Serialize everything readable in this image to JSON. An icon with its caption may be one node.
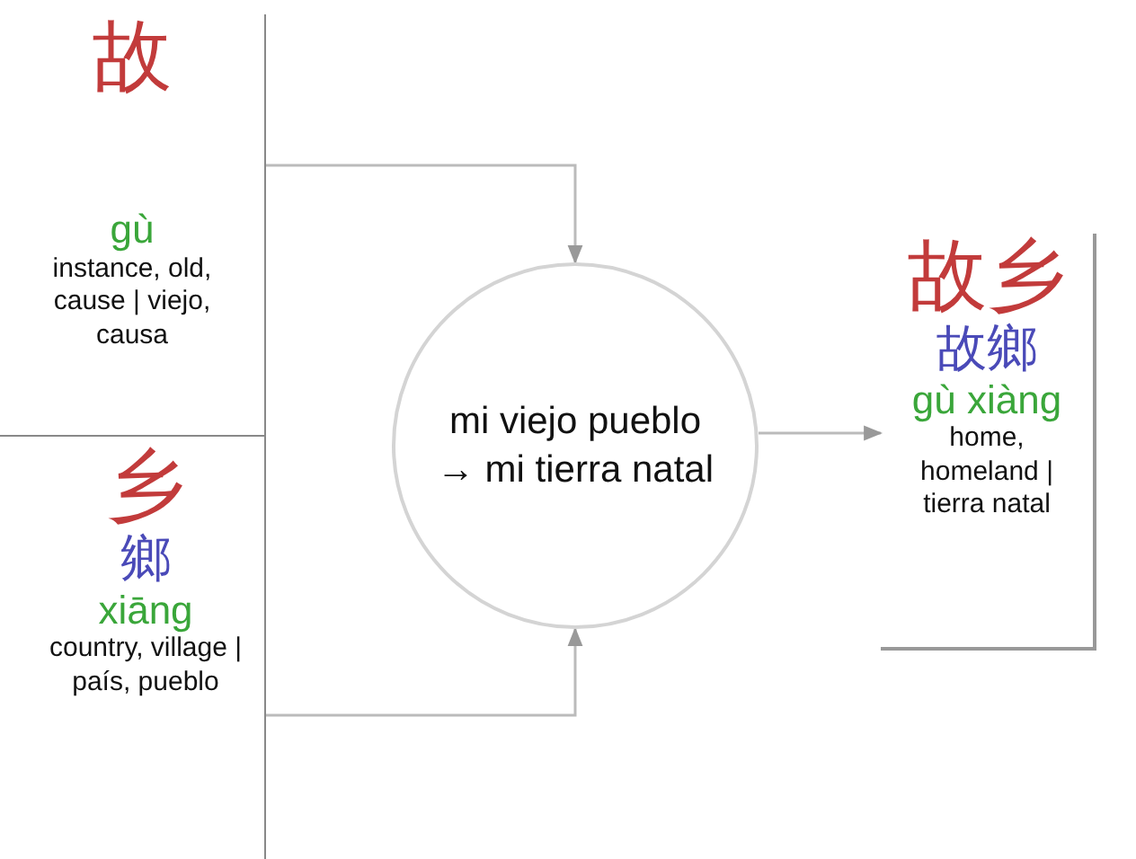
{
  "diagram": {
    "nodes": [
      {
        "text": [
          "故",
          "gù",
          "instance, old, cause | viejo, causa"
        ]
      },
      {
        "text": [
          "乡",
          "鄉",
          "xiāng",
          "country, village | país, pueblo"
        ]
      },
      {
        "text": [
          "mi viejo pueblo → mi tierra natal"
        ]
      },
      {
        "text": [
          "故乡",
          "故鄉",
          "gù xiàng",
          "home, homeland | tierra natal"
        ]
      }
    ],
    "edges": [
      {
        "from": 0,
        "to": 2,
        "arrow": "to"
      },
      {
        "from": 1,
        "to": 2,
        "arrow": "to"
      },
      {
        "from": 2,
        "to": 3,
        "arrow": "to"
      }
    ]
  }
}
